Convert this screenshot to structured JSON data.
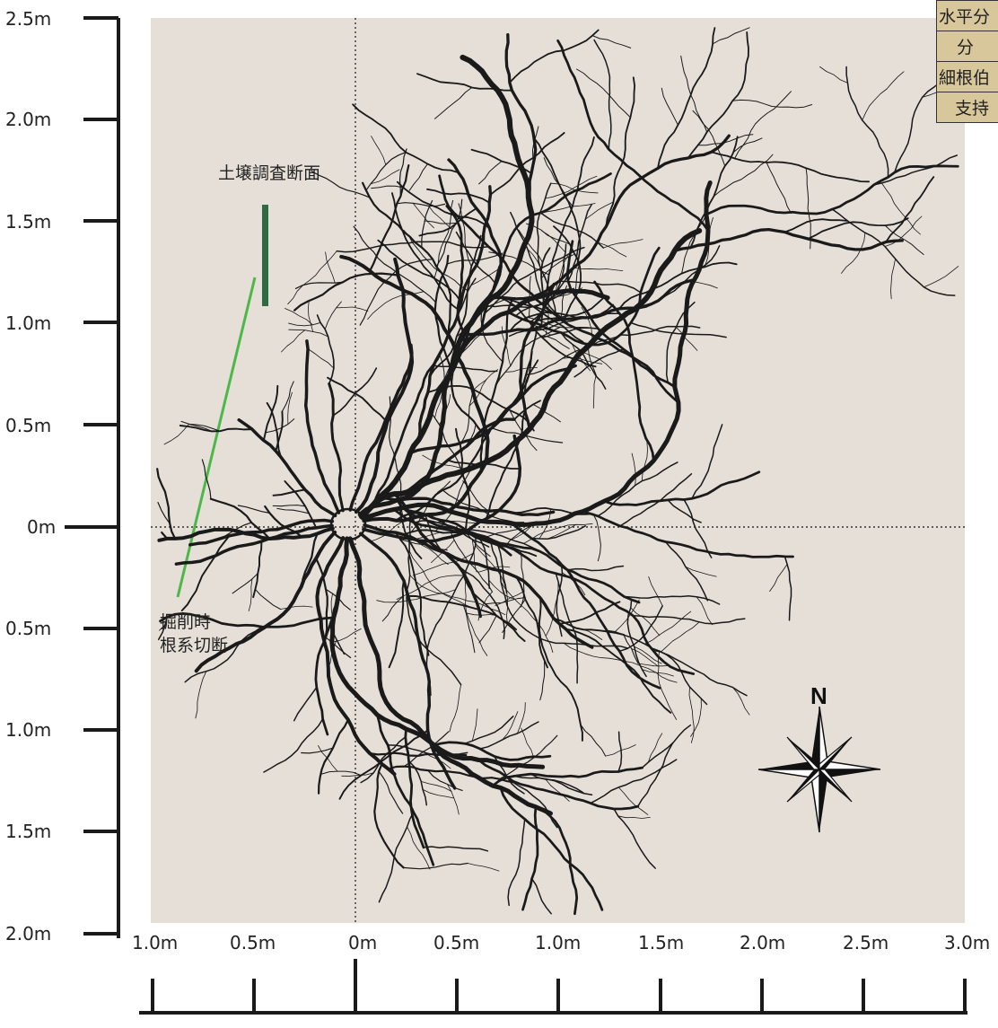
{
  "diagram": {
    "y_axis_labels": [
      "2.5m",
      "2.0m",
      "1.5m",
      "1.0m",
      "0.5m",
      "0m",
      "0.5m",
      "1.0m",
      "1.5m",
      "2.0m"
    ],
    "x_axis_labels": [
      "1.0m",
      "0.5m",
      "0m",
      "0.5m",
      "1.0m",
      "1.5m",
      "2.0m",
      "2.5m",
      "3.0m"
    ],
    "soil_section_label": "土壌調査断面",
    "cut_label_line1": "掘削時",
    "cut_label_line2": "根系切断",
    "north_label": "N",
    "legend_rows": [
      "水平分",
      "分",
      "細根伯",
      "支持"
    ],
    "colors": {
      "background_area": "#e6dfd8",
      "soil_section_bar": "#2f6b40",
      "cut_line": "#4cb84a",
      "roots": "#1a1a1a",
      "legend_fill": "#d8c79a"
    }
  }
}
